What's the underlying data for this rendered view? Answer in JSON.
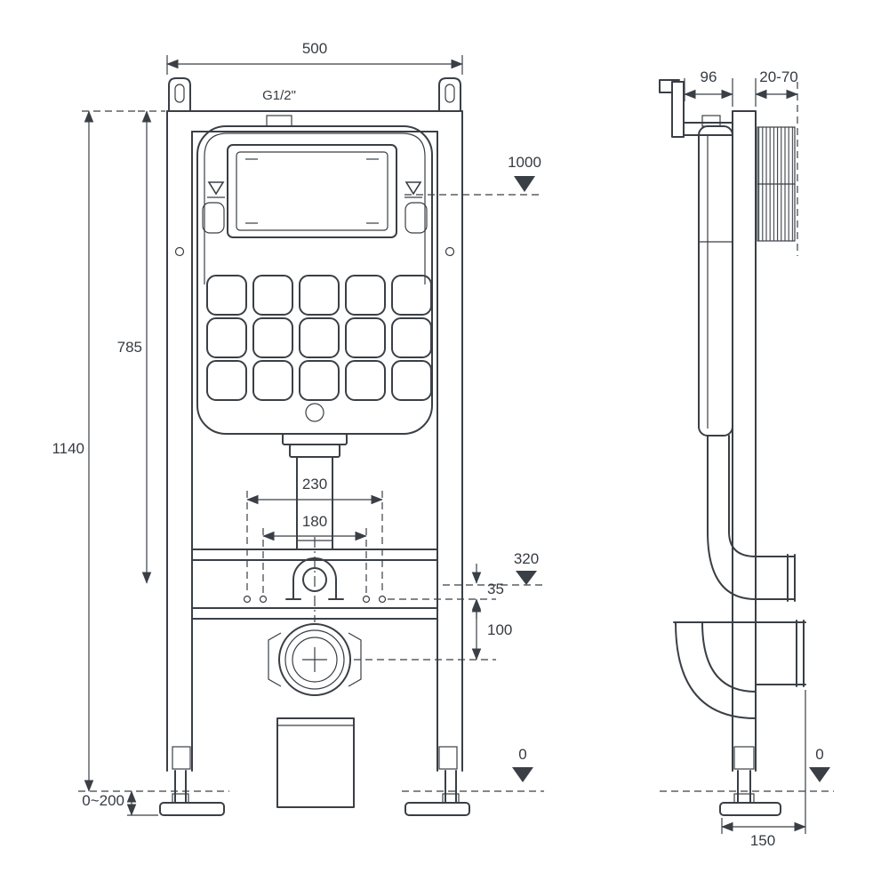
{
  "drawing": {
    "subject": "Concealed cistern wall-mount frame installation drawing (front and side views)"
  },
  "colors": {
    "line": "#3a3f45",
    "background": "#ffffff"
  },
  "front": {
    "dims": {
      "width": "500",
      "inlet": "G1/2\"",
      "level_top": "1000",
      "h785": "785",
      "h1140": "1140",
      "w230": "230",
      "w180": "180",
      "level_320": "320",
      "gap35": "35",
      "gap100": "100",
      "level_floor": "0",
      "feet_range": "0~200"
    }
  },
  "side": {
    "dims": {
      "top_depth": "96",
      "wall_gap": "20-70",
      "level_floor": "0",
      "base_depth": "150"
    }
  }
}
